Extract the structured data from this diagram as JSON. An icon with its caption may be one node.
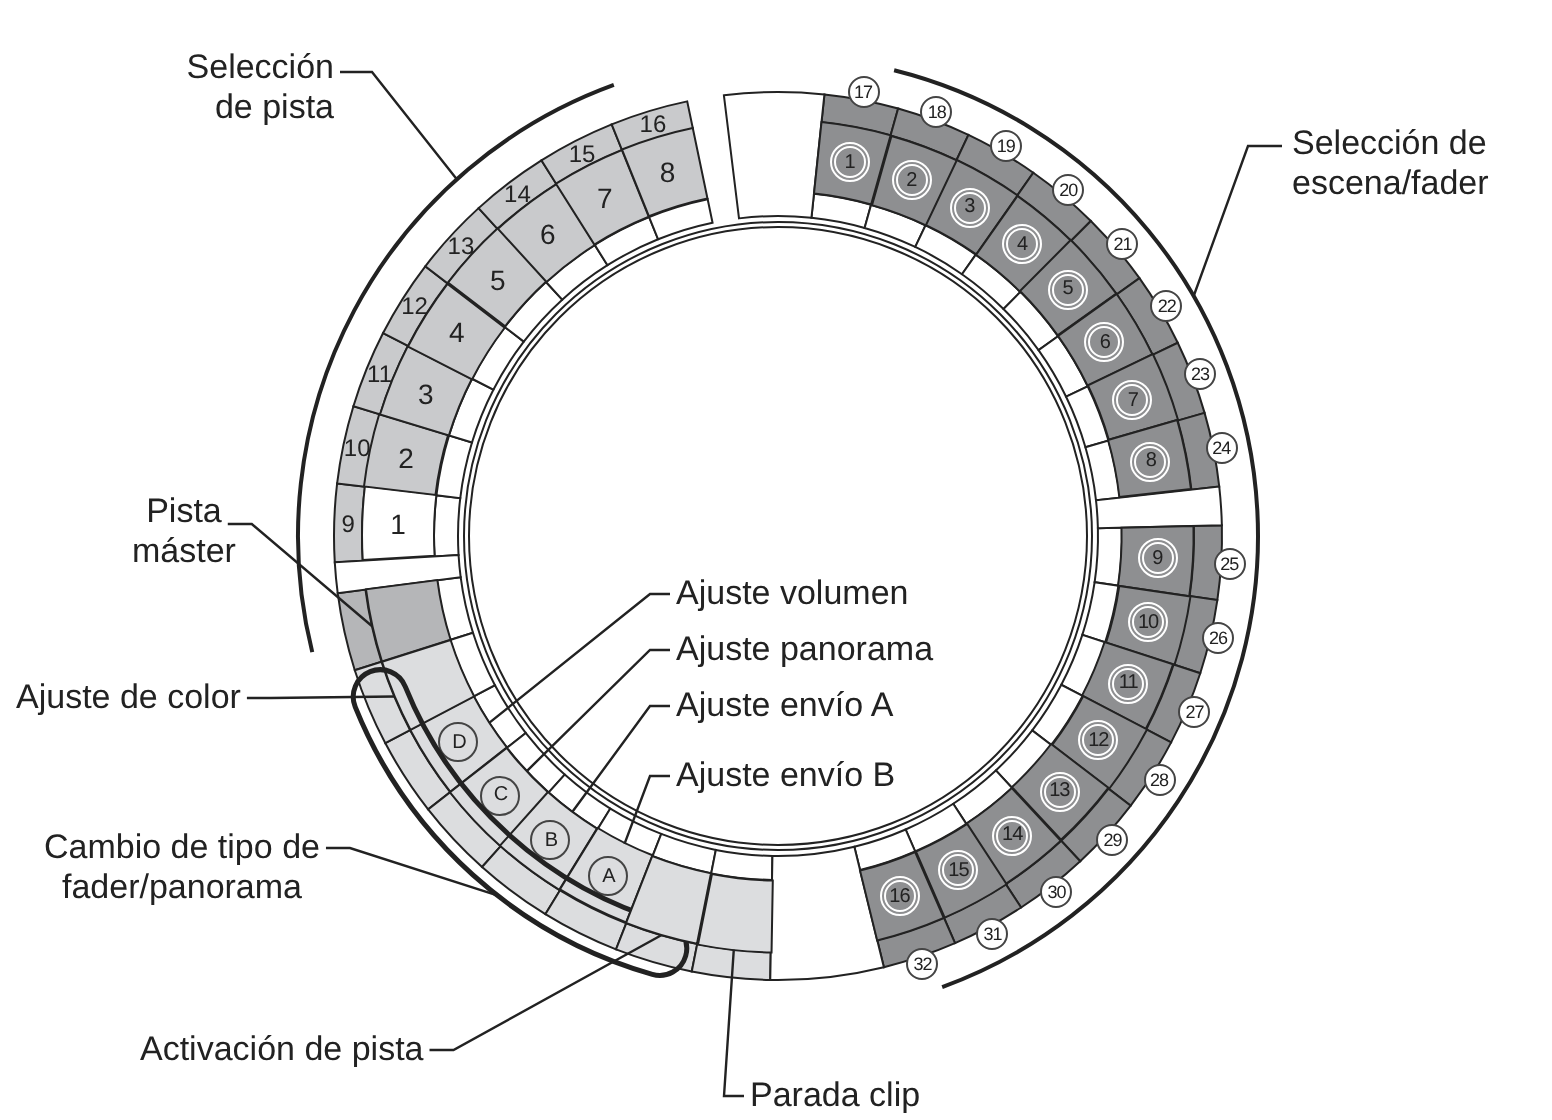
{
  "diagram": {
    "nodes": [
      {
        "text": [
          "1"
        ],
        "beside": [
          "9"
        ]
      },
      {
        "text": [
          "2"
        ],
        "beside": [
          "10"
        ]
      },
      {
        "text": [
          "3"
        ],
        "beside": [
          "11"
        ]
      },
      {
        "text": [
          "4"
        ],
        "beside": [
          "12"
        ]
      },
      {
        "text": [
          "5"
        ],
        "beside": [
          "13"
        ]
      },
      {
        "text": [
          "6"
        ],
        "beside": [
          "14"
        ]
      },
      {
        "text": [
          "7"
        ],
        "beside": [
          "15"
        ]
      },
      {
        "text": [
          "8"
        ],
        "beside": [
          "16"
        ]
      },
      {
        "text": [
          "1"
        ],
        "beside": [
          "17"
        ]
      },
      {
        "text": [
          "2"
        ],
        "beside": [
          "18"
        ]
      },
      {
        "text": [
          "3"
        ],
        "beside": [
          "19"
        ]
      },
      {
        "text": [
          "4"
        ],
        "beside": [
          "20"
        ]
      },
      {
        "text": [
          "5"
        ],
        "beside": [
          "21"
        ]
      },
      {
        "text": [
          "6"
        ],
        "beside": [
          "22"
        ]
      },
      {
        "text": [
          "7"
        ],
        "beside": [
          "23"
        ]
      },
      {
        "text": [
          "8"
        ],
        "beside": [
          "24"
        ]
      },
      {
        "text": [
          "9"
        ],
        "beside": [
          "25"
        ]
      },
      {
        "text": [
          "10"
        ],
        "beside": [
          "26"
        ]
      },
      {
        "text": [
          "11"
        ],
        "beside": [
          "27"
        ]
      },
      {
        "text": [
          "12"
        ],
        "beside": [
          "28"
        ]
      },
      {
        "text": [
          "13"
        ],
        "beside": [
          "29"
        ]
      },
      {
        "text": [
          "14"
        ],
        "beside": [
          "30"
        ]
      },
      {
        "text": [
          "15"
        ],
        "beside": [
          "31"
        ]
      },
      {
        "text": [
          "16"
        ],
        "beside": [
          "32"
        ]
      },
      {
        "text": [
          "Pista máster"
        ]
      },
      {
        "text": [],
        "shape": "box"
      },
      {
        "text": [
          "Ajuste volumen"
        ]
      },
      {
        "text": [
          "D"
        ]
      },
      {
        "text": [
          "Ajuste panorama"
        ]
      },
      {
        "text": [
          "C"
        ]
      },
      {
        "text": [
          "Ajuste envío A"
        ]
      },
      {
        "text": [
          "B"
        ]
      },
      {
        "text": [
          "Ajuste envío B"
        ]
      },
      {
        "text": [
          "A"
        ]
      },
      {
        "text": [
          "Ajuste de color"
        ]
      },
      {
        "text": [],
        "shape": "box"
      },
      {
        "text": [
          "Cambio de tipo de fader/panorama"
        ]
      },
      {
        "text": [],
        "shape": "box"
      },
      {
        "text": [
          "Activación de pista"
        ]
      },
      {
        "text": [],
        "shape": "box"
      },
      {
        "text": [
          "Parada clip"
        ]
      },
      {
        "text": [],
        "shape": "box"
      }
    ],
    "edges": [
      {
        "from": 24,
        "to": 25,
        "arrow": "none"
      },
      {
        "from": 26,
        "to": 27,
        "arrow": "none"
      },
      {
        "from": 28,
        "to": 29,
        "arrow": "none"
      },
      {
        "from": 30,
        "to": 31,
        "arrow": "none"
      },
      {
        "from": 32,
        "to": 33,
        "arrow": "none"
      },
      {
        "from": 34,
        "to": 35,
        "arrow": "none"
      },
      {
        "from": 36,
        "to": 37,
        "arrow": "none"
      },
      {
        "from": 38,
        "to": 39,
        "arrow": "none"
      },
      {
        "from": 40,
        "to": 41,
        "arrow": "none"
      }
    ],
    "labels": [
      "Selección de pista",
      "Selección de escena/fader"
    ]
  }
}
